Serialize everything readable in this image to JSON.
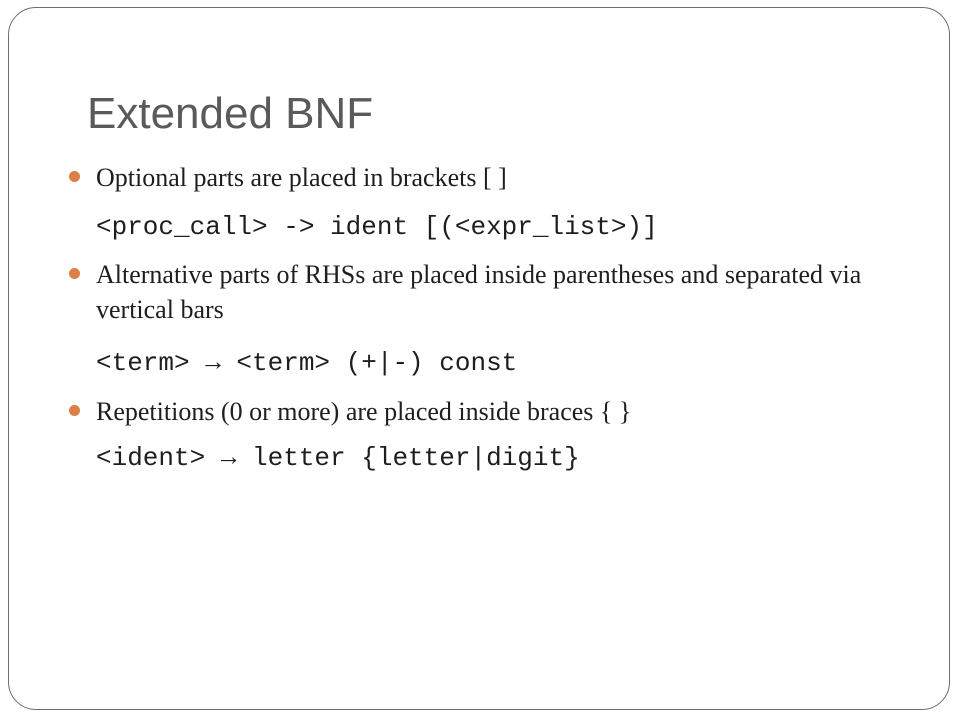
{
  "slide": {
    "title": "Extended BNF",
    "accent_color": "#dd8047",
    "items": [
      {
        "kind": "bullet",
        "text": "Optional parts are placed in brackets [ ]"
      },
      {
        "kind": "code",
        "text": "<proc_call> -> ident [(<expr_list>)]"
      },
      {
        "kind": "bullet",
        "text": "Alternative parts of RHSs are placed inside parentheses and separated via vertical bars"
      },
      {
        "kind": "code",
        "text": "<term> → <term> (+|-) const"
      },
      {
        "kind": "bullet",
        "text": "Repetitions (0 or more) are placed inside braces { }"
      },
      {
        "kind": "code",
        "text": "<ident> → letter {letter|digit}"
      }
    ]
  }
}
